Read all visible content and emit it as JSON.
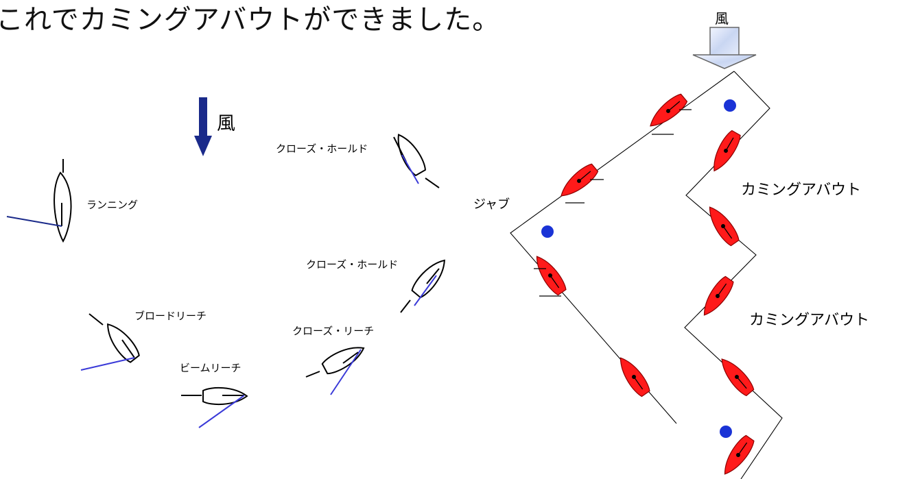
{
  "title": "これでカミングアバウトができました。",
  "left_diagram": {
    "wind_label": "風",
    "labels": {
      "close_hauled_1": "クローズ・ホールド",
      "running": "ランニング",
      "close_hauled_2": "クローズ・ホールド",
      "broad_reach": "ブロードリーチ",
      "close_reach": "クローズ・リーチ",
      "beam_reach": "ビームリーチ"
    }
  },
  "right_diagram": {
    "wind_label": "風",
    "gybe_label": "ジャブ",
    "tack_label_1": "カミングアバウト",
    "tack_label_2": "カミングアバウト"
  },
  "colors": {
    "wind_arrow": "#1a2a8a",
    "sail_line": "#3a3ad8",
    "boat_fill": "#ff1a1a",
    "mark": "#1a33d6"
  }
}
